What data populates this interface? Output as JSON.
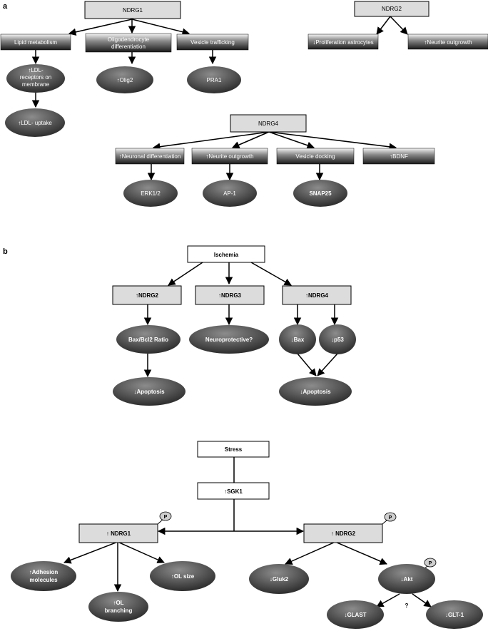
{
  "colors": {
    "dark_fill": "#3a3a3a",
    "grey_box": "#dcdcdc",
    "line": "#000000"
  },
  "panel_a": {
    "letter": "a",
    "ndrg1": {
      "title": "NDRG1",
      "lipid": "Lipid metabolism",
      "oligo": [
        "Oligodendrocyte",
        "differentiation"
      ],
      "vesicle": "Vesicle trafficking",
      "ldl_receptors": [
        "↑LDL-",
        "receptors on",
        "membrane"
      ],
      "ldl_uptake": "↑LDL- uptake",
      "olig2": "↑Olig2",
      "pra1": "PRA1"
    },
    "ndrg2": {
      "title": "NDRG2",
      "prolif": "↓Proliferation astrocytes",
      "neurite": "↑Neurite outgrowth"
    },
    "ndrg4": {
      "title": "NDRG4",
      "neuronal_diff": "↑Neuronal differentiation",
      "neurite": "↑Neurite outgrowth",
      "vesicle_docking": "Vesicle docking",
      "bdnf": "↑BDNF",
      "erk": "ERK1/2",
      "ap1": "AP-1",
      "snap25": "SNAP25"
    }
  },
  "panel_b": {
    "letter": "b",
    "ischemia": {
      "title": "Ischemia",
      "ndrg2": "↑NDRG2",
      "ndrg3": "↑NDRG3",
      "ndrg4": "↑NDRG4",
      "bax_bcl2": "Bax/Bcl2 Ratio",
      "neuroprotective": "Neuroprotective?",
      "bax": "↓Bax",
      "p53": "↓p53",
      "apoptosis_left": "↓Apoptosis",
      "apoptosis_right": "↓Apoptosis"
    },
    "stress": {
      "title": "Stress",
      "sgk1": "↑SGK1",
      "ndrg1": "↑ NDRG1",
      "ndrg2": "↑ NDRG2",
      "phospho": "P",
      "adhesion": [
        "↑Adhesion",
        "molecules"
      ],
      "ol_branching": [
        "↑OL",
        "branching"
      ],
      "ol_size": "↑OL size",
      "gluk2": "↓Gluk2",
      "akt": "↓Akt",
      "glast": "↓GLAST",
      "glt1": "↓GLT-1",
      "question": "?"
    }
  }
}
